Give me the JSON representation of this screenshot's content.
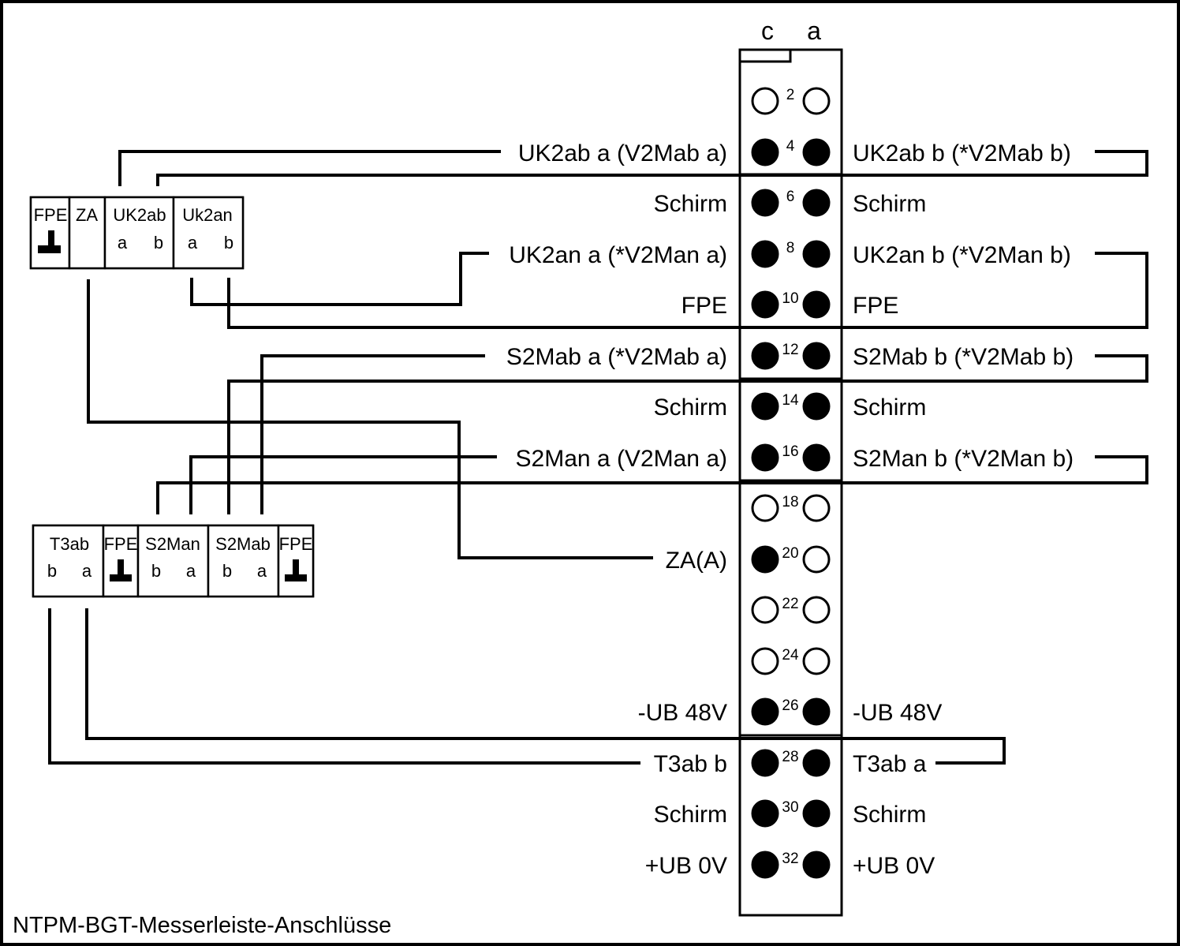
{
  "connector": {
    "column_labels": {
      "c": "c",
      "a": "a"
    },
    "pins": [
      {
        "num": "2",
        "filled_c": false,
        "filled_a": false,
        "label_c": "",
        "label_a": ""
      },
      {
        "num": "4",
        "filled_c": true,
        "filled_a": true,
        "label_c": "UK2ab a (V2Mab a)",
        "label_a": "UK2ab b (*V2Mab b)"
      },
      {
        "num": "6",
        "filled_c": true,
        "filled_a": true,
        "label_c": "Schirm",
        "label_a": "Schirm"
      },
      {
        "num": "8",
        "filled_c": true,
        "filled_a": true,
        "label_c": "UK2an a (*V2Man a)",
        "label_a": "UK2an b (*V2Man b)"
      },
      {
        "num": "10",
        "filled_c": true,
        "filled_a": true,
        "label_c": "FPE",
        "label_a": "FPE"
      },
      {
        "num": "12",
        "filled_c": true,
        "filled_a": true,
        "label_c": "S2Mab a (*V2Mab a)",
        "label_a": "S2Mab b (*V2Mab b)"
      },
      {
        "num": "14",
        "filled_c": true,
        "filled_a": true,
        "label_c": "Schirm",
        "label_a": "Schirm"
      },
      {
        "num": "16",
        "filled_c": true,
        "filled_a": true,
        "label_c": "S2Man a (V2Man a)",
        "label_a": "S2Man b (*V2Man b)"
      },
      {
        "num": "18",
        "filled_c": false,
        "filled_a": false,
        "label_c": "",
        "label_a": ""
      },
      {
        "num": "20",
        "filled_c": true,
        "filled_a": false,
        "label_c": "ZA(A)",
        "label_a": ""
      },
      {
        "num": "22",
        "filled_c": false,
        "filled_a": false,
        "label_c": "",
        "label_a": ""
      },
      {
        "num": "24",
        "filled_c": false,
        "filled_a": false,
        "label_c": "",
        "label_a": ""
      },
      {
        "num": "26",
        "filled_c": true,
        "filled_a": true,
        "label_c": "-UB 48V",
        "label_a": "-UB 48V"
      },
      {
        "num": "28",
        "filled_c": true,
        "filled_a": true,
        "label_c": "T3ab b",
        "label_a": "T3ab a"
      },
      {
        "num": "30",
        "filled_c": true,
        "filled_a": true,
        "label_c": "Schirm",
        "label_a": "Schirm"
      },
      {
        "num": "32",
        "filled_c": true,
        "filled_a": true,
        "label_c": "+UB 0V",
        "label_a": "+UB 0V"
      }
    ]
  },
  "terminal_block_top": {
    "cells": [
      {
        "title": "FPE",
        "subs": [],
        "ground": true
      },
      {
        "title": "ZA",
        "subs": [],
        "ground": false
      },
      {
        "title": "UK2ab",
        "subs": [
          "a",
          "b"
        ],
        "ground": false
      },
      {
        "title": "Uk2an",
        "subs": [
          "a",
          "b"
        ],
        "ground": false
      }
    ]
  },
  "terminal_block_bottom": {
    "cells": [
      {
        "title": "T3ab",
        "subs": [
          "b",
          "a"
        ],
        "ground": false
      },
      {
        "title": "FPE",
        "subs": [],
        "ground": true
      },
      {
        "title": "S2Man",
        "subs": [
          "b",
          "a"
        ],
        "ground": false
      },
      {
        "title": "S2Mab",
        "subs": [
          "b",
          "a"
        ],
        "ground": false
      },
      {
        "title": "FPE",
        "subs": [],
        "ground": true
      }
    ]
  },
  "caption": "NTPM-BGT-Messerleiste-Anschlüsse"
}
